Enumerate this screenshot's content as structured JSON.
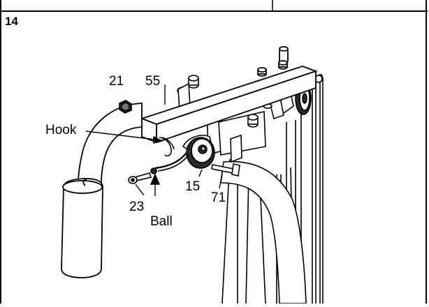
{
  "step_number": "14",
  "callouts": {
    "part_21": "21",
    "part_55": "55",
    "hook": "Hook",
    "part_15": "15",
    "part_71": "71",
    "part_23": "23",
    "ball": "Ball"
  }
}
